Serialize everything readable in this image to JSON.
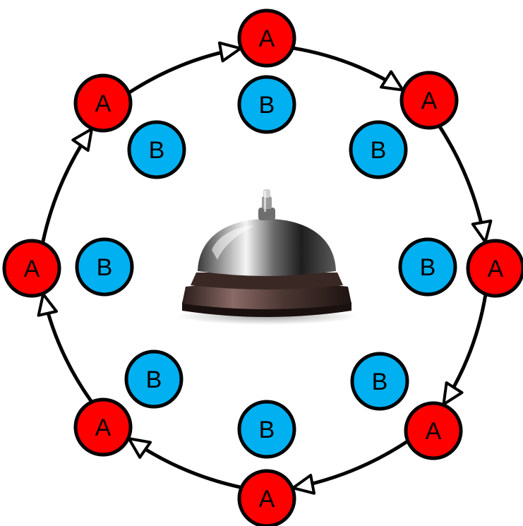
{
  "diagram": {
    "outer_nodes": [
      {
        "label": "A"
      },
      {
        "label": "A"
      },
      {
        "label": "A"
      },
      {
        "label": "A"
      },
      {
        "label": "A"
      },
      {
        "label": "A"
      },
      {
        "label": "A"
      },
      {
        "label": "A"
      }
    ],
    "inner_nodes": [
      {
        "label": "B"
      },
      {
        "label": "B"
      },
      {
        "label": "B"
      },
      {
        "label": "B"
      },
      {
        "label": "B"
      },
      {
        "label": "B"
      },
      {
        "label": "B"
      },
      {
        "label": "B"
      }
    ],
    "center_icon": "service-bell-icon",
    "ring_direction": "clockwise",
    "colors": {
      "outer_fill": "#ff0000",
      "inner_fill": "#00b0f0",
      "stroke": "#000000",
      "background": "#ffffff"
    }
  }
}
